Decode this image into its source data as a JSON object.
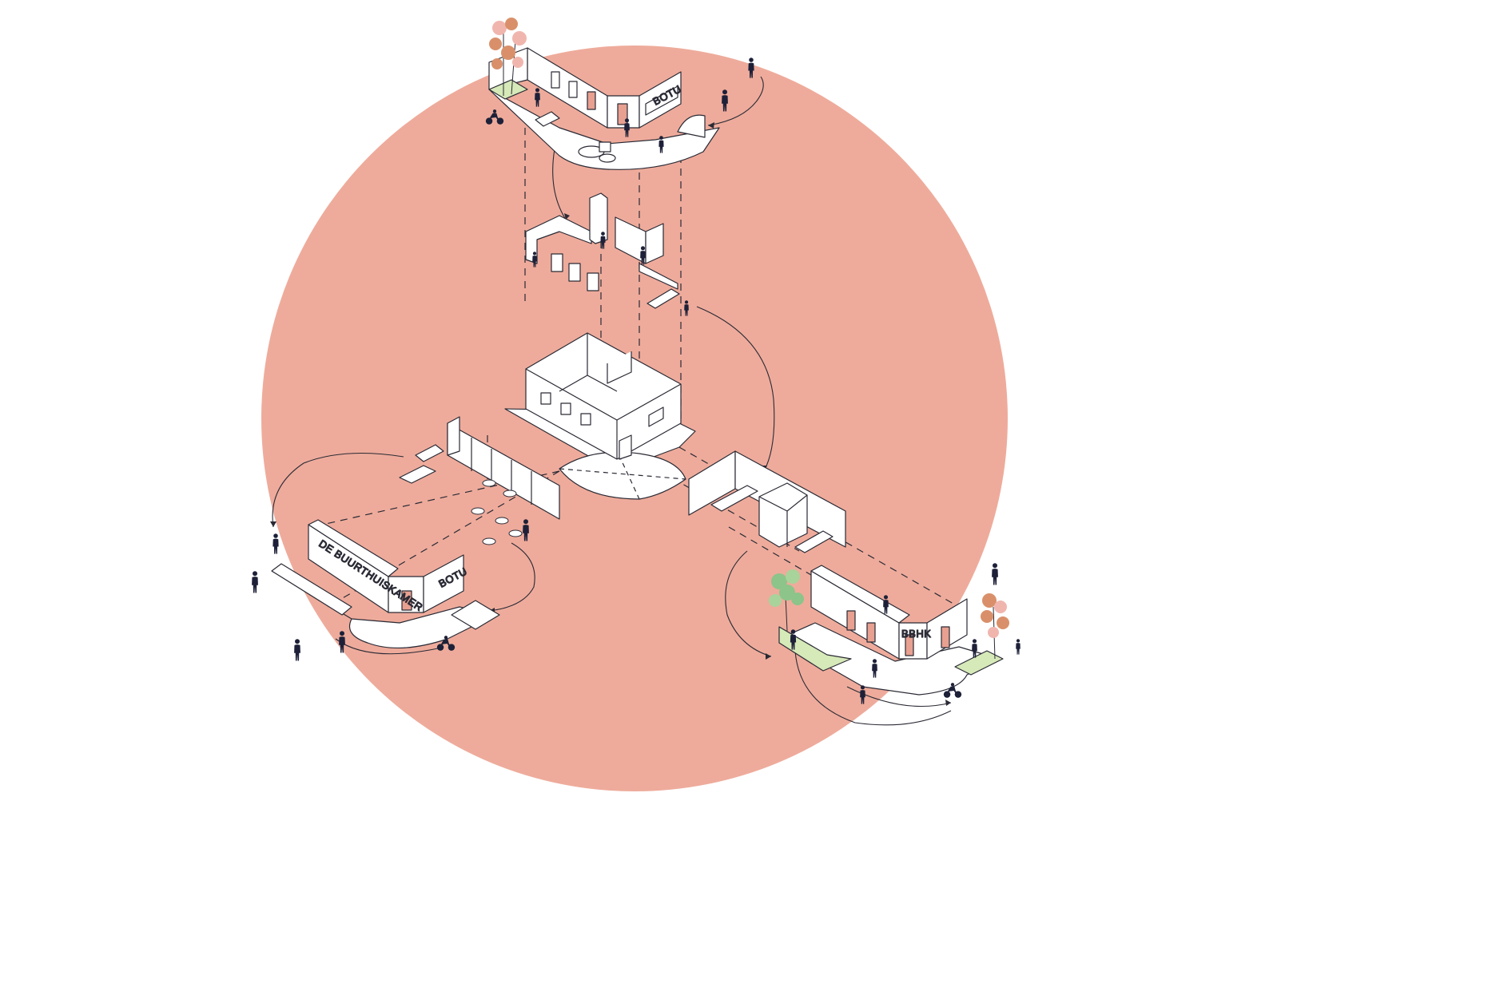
{
  "diagram": {
    "signs": {
      "top_shop": "BOTU",
      "left_banner": "DE BUURTHUISKAMER",
      "left_shop": "BOTU",
      "right_shop": "BBHK"
    },
    "colors": {
      "background": "#ffffff",
      "circle": "#eeab9b",
      "line": "#2a2a35",
      "surface": "#ffffff",
      "door": "#e8a090",
      "figure": "#1d2038",
      "foliage_orange": "#d9906a",
      "foliage_pink": "#f0b6ae",
      "foliage_green": "#8cc48a",
      "planter_green": "#d6e9b8"
    },
    "icons": [
      "person-icon",
      "cyclist-icon",
      "tree-icon",
      "table-with-chairs-icon",
      "planter-icon"
    ]
  }
}
